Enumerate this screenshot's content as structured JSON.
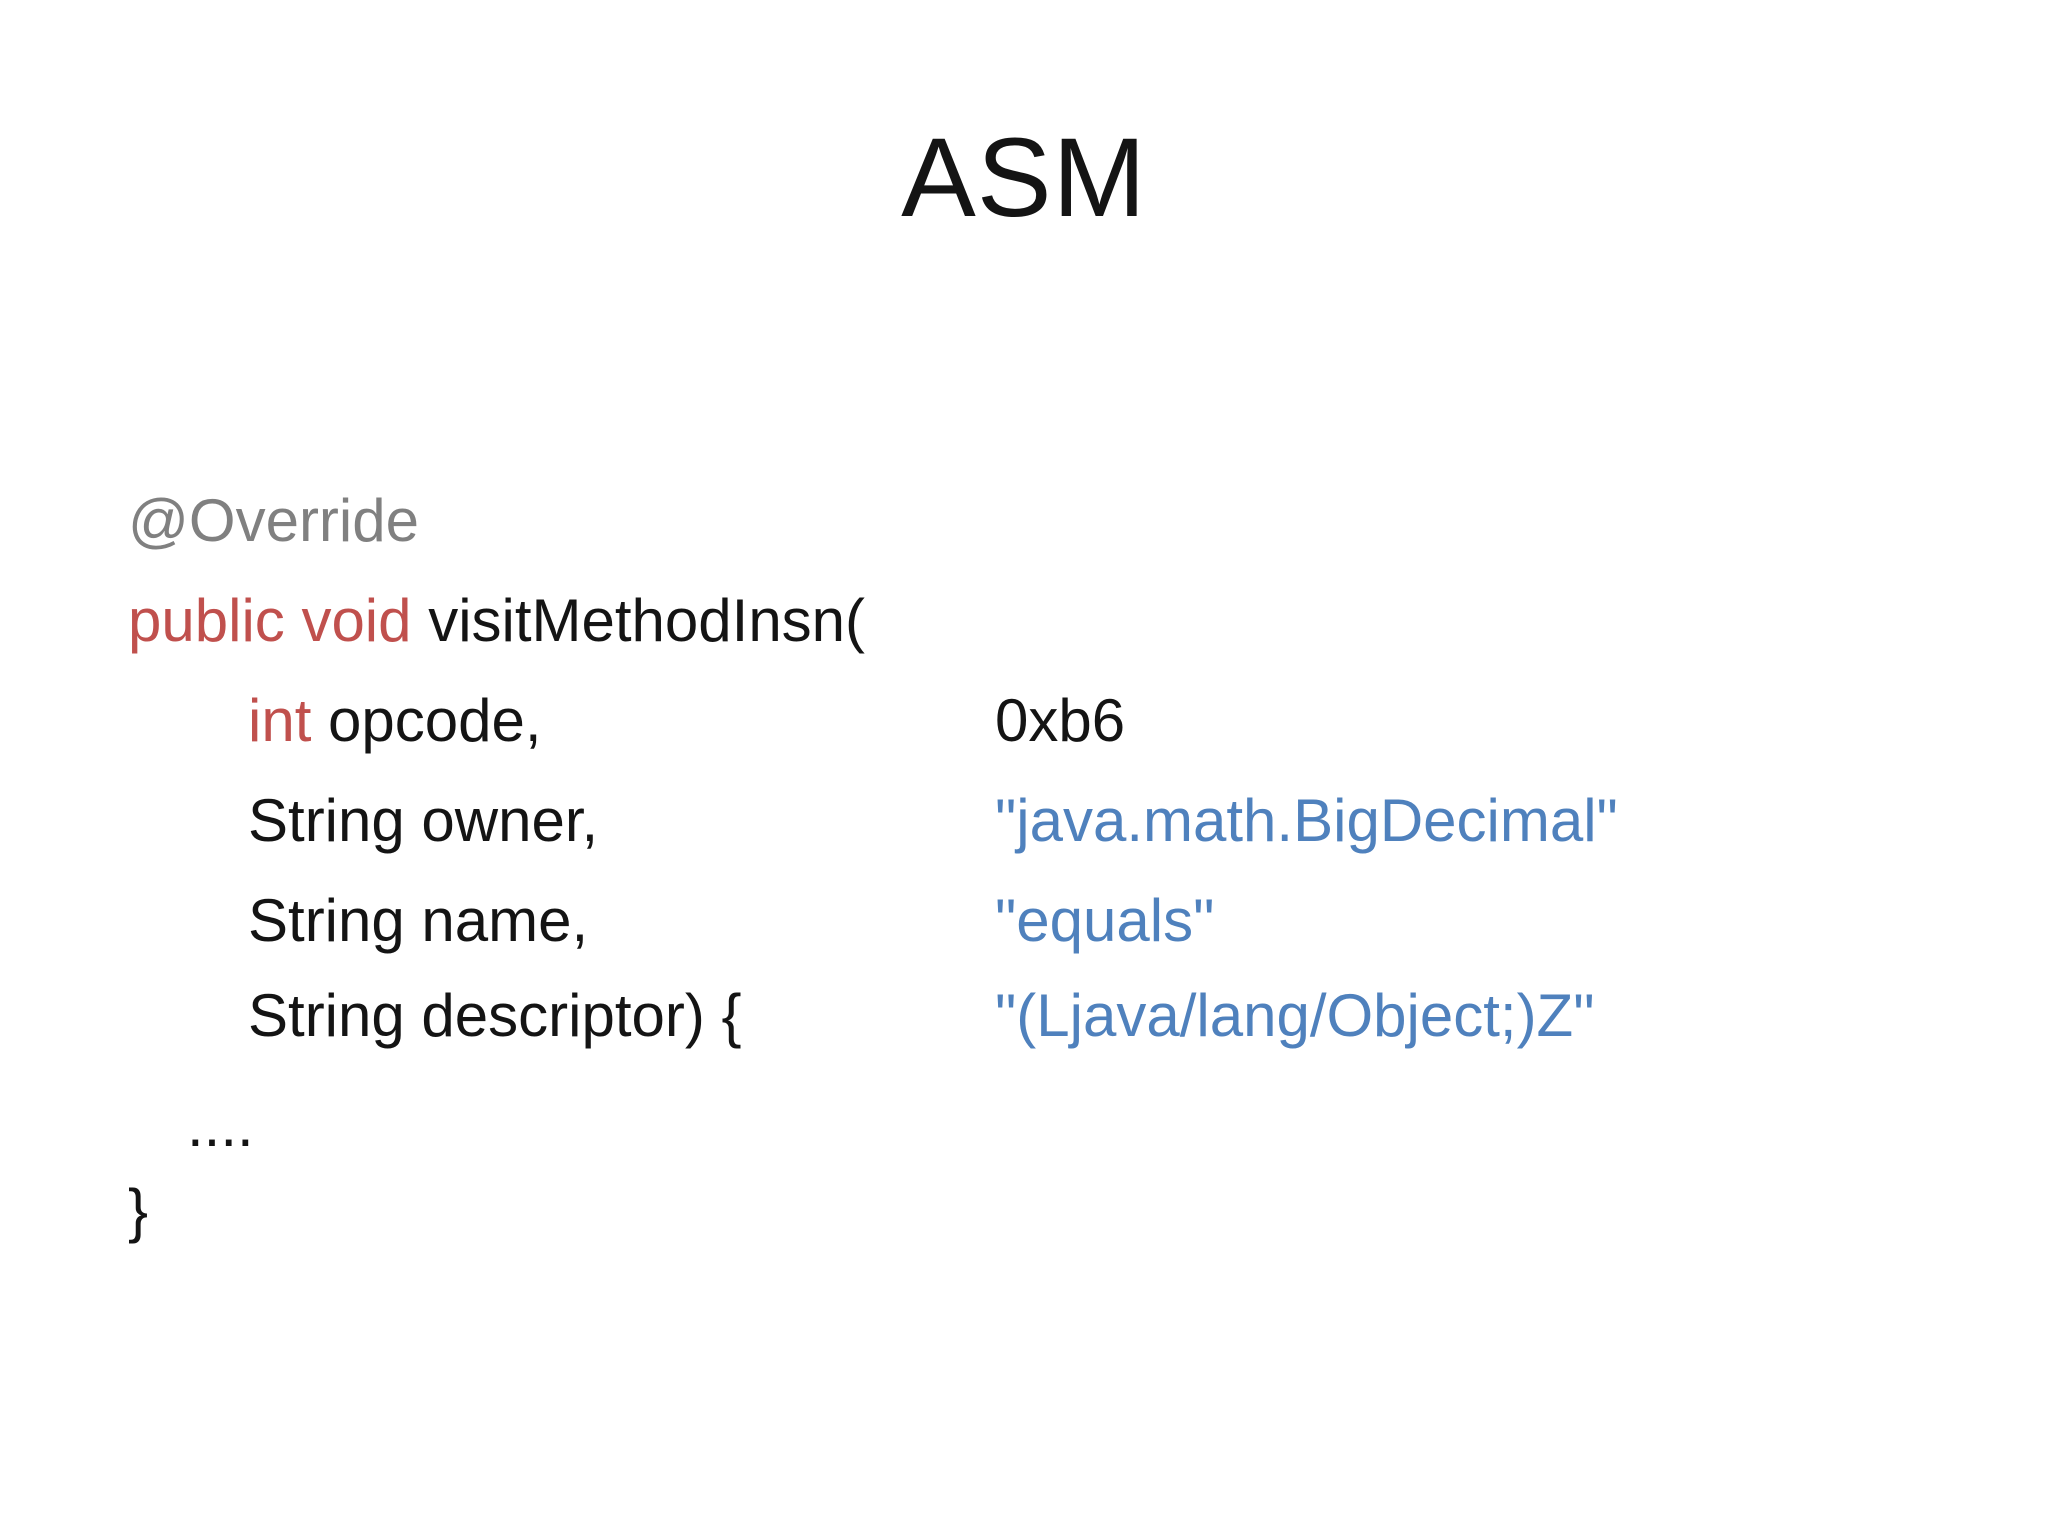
{
  "title": "ASM",
  "colors": {
    "keyword_red": "#c0504d",
    "string_blue": "#4f81bd",
    "annotation_gray": "#808080",
    "text_black": "#141414",
    "background": "#ffffff"
  },
  "code": {
    "annotation": "@Override",
    "signature": {
      "keywords": "public void ",
      "method": "visitMethodInsn("
    },
    "params": [
      {
        "type": "int ",
        "name": "opcode,",
        "value": "0xb6"
      },
      {
        "type": "String ",
        "name": "owner,",
        "value": "\"java.math.BigDecimal\""
      },
      {
        "type": "String ",
        "name": "name,",
        "value": "\"equals\""
      },
      {
        "type": "String ",
        "name": "descriptor) {",
        "value": "\"(Ljava/lang/Object;)Z\""
      }
    ],
    "ellipsis": "....",
    "closing_brace": "}"
  }
}
